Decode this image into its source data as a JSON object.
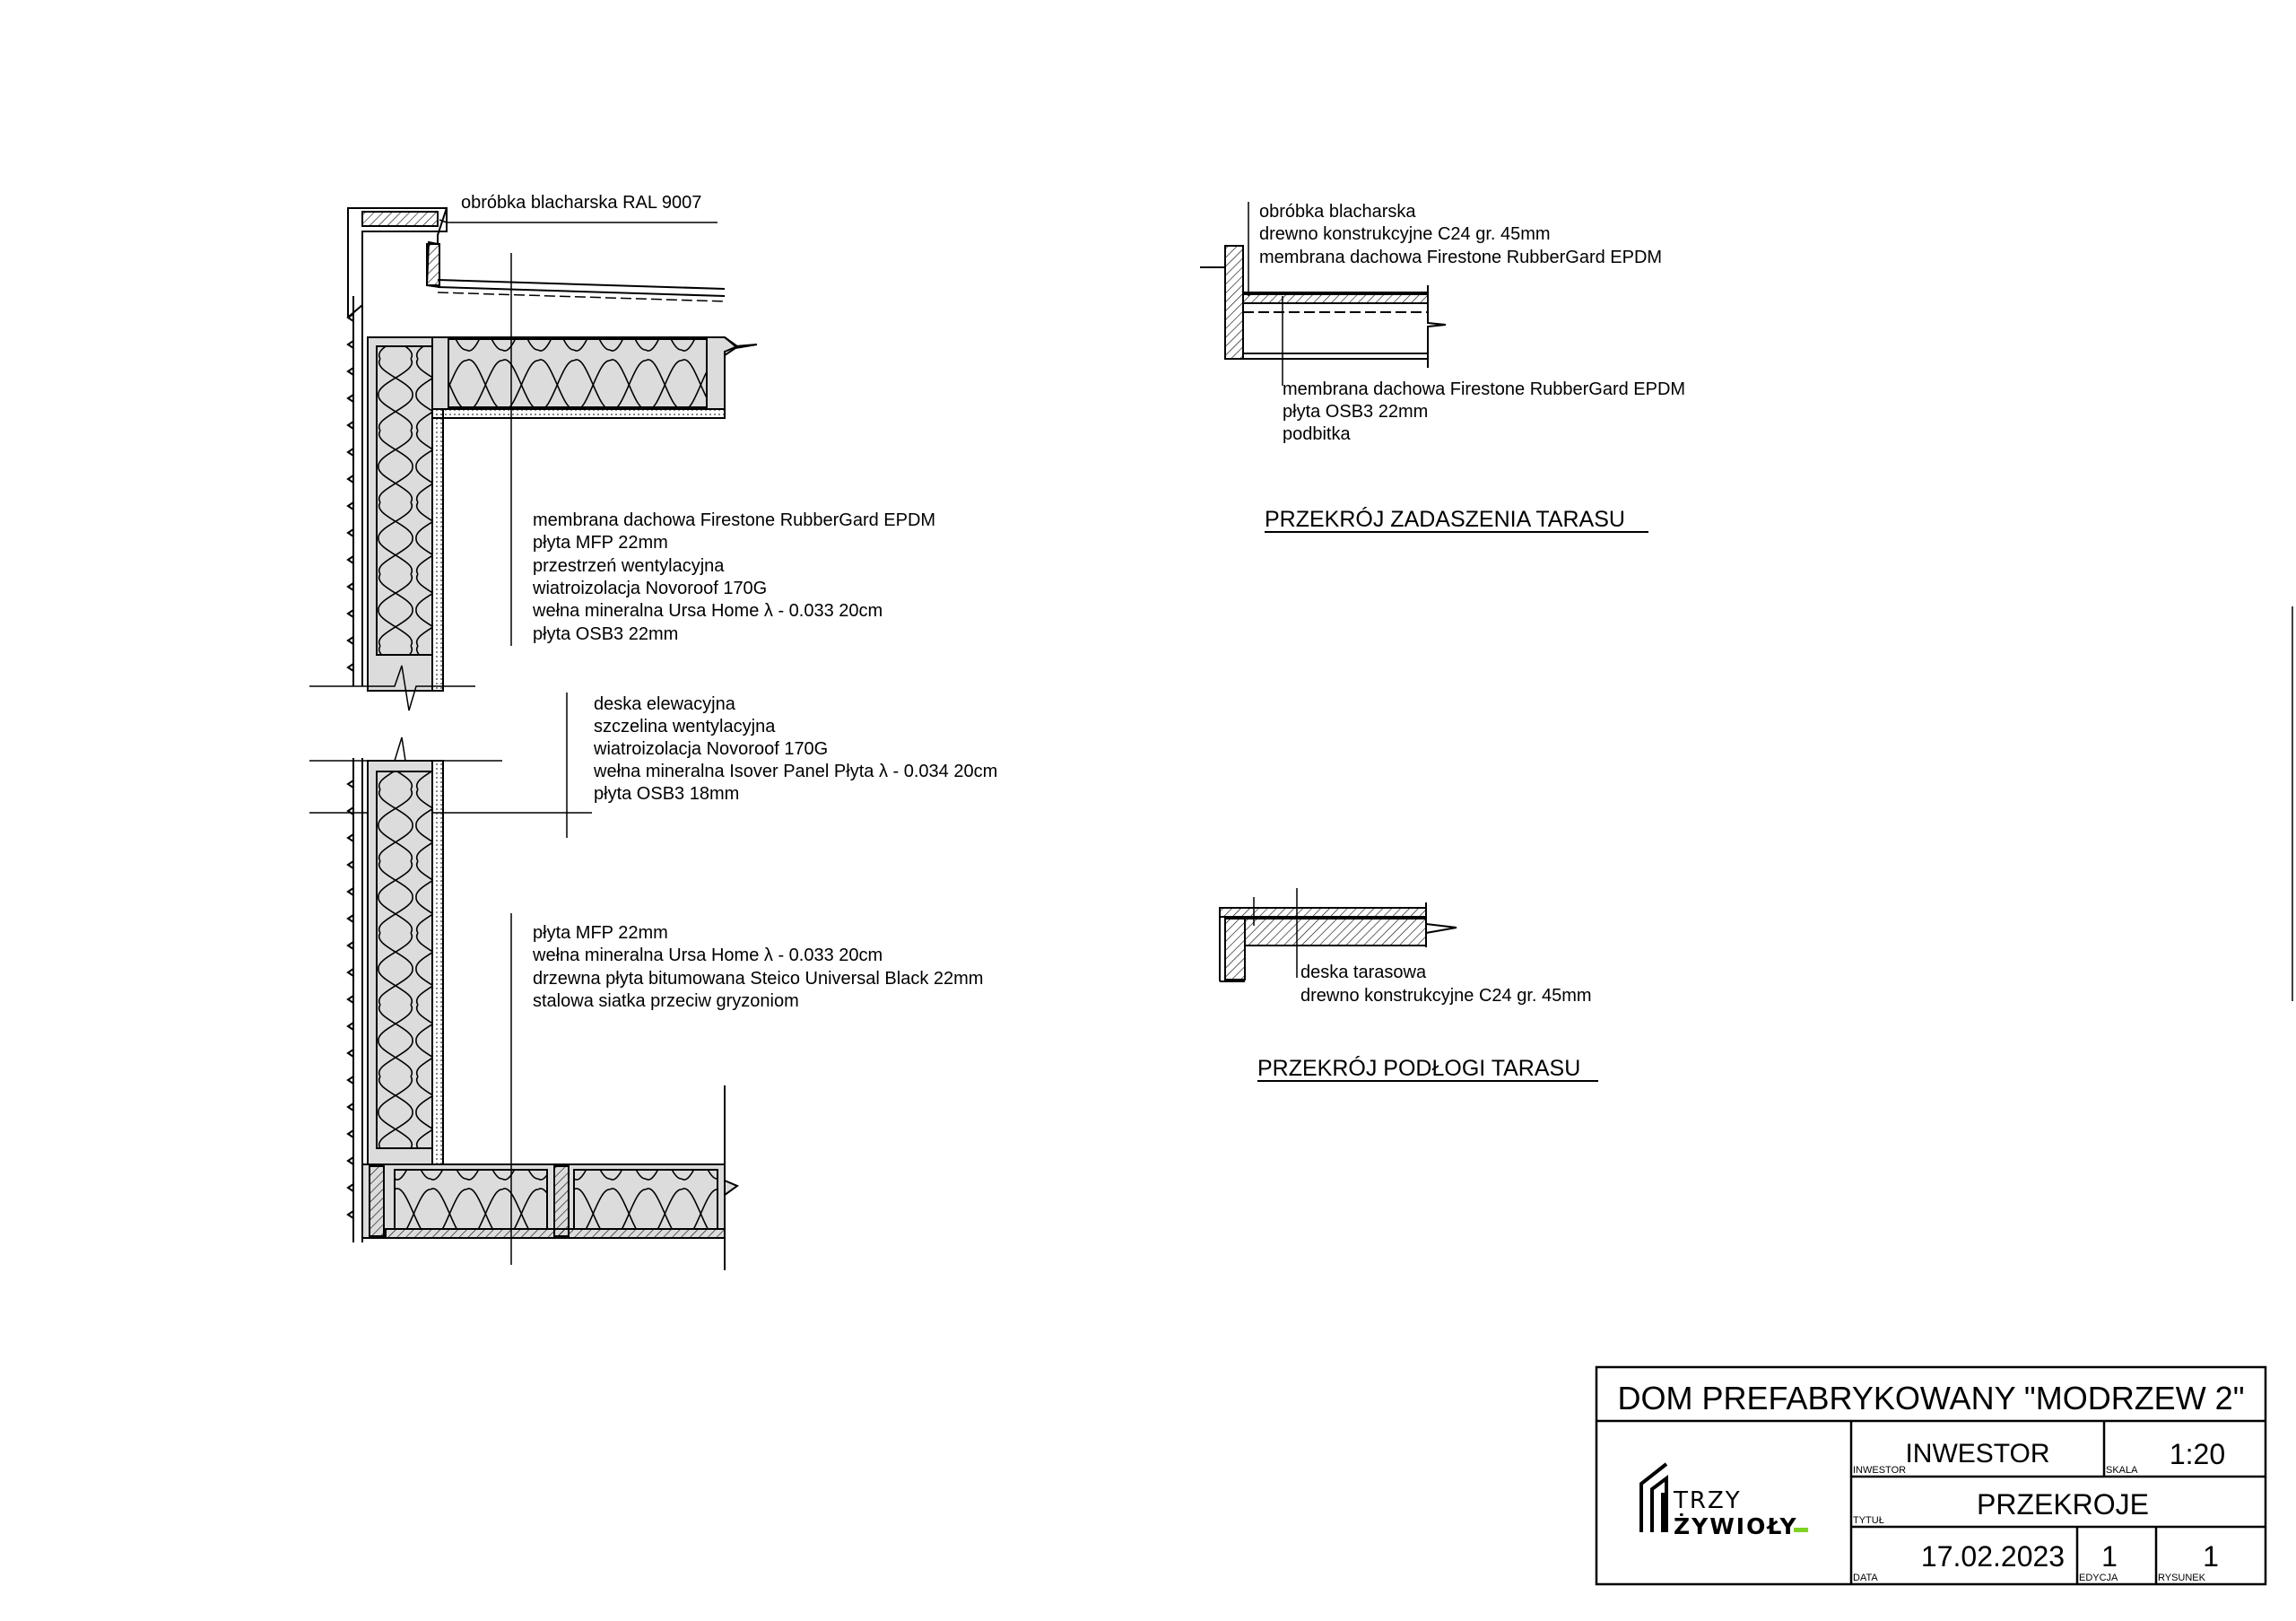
{
  "section_main": {
    "top_label": "obróbka blacharska RAL 9007",
    "roof_layers": [
      "membrana dachowa Firestone RubberGard EPDM",
      "płyta MFP 22mm",
      "przestrzeń wentylacyjna",
      "wiatroizolacja Novoroof 170G",
      "wełna mineralna Ursa Home λ - 0.033 20cm",
      "płyta OSB3 22mm"
    ],
    "wall_layers": [
      "deska elewacyjna",
      "szczelina wentylacyjna",
      "wiatroizolacja Novoroof 170G",
      "wełna mineralna Isover Panel Płyta λ - 0.034 20cm",
      "płyta OSB3 18mm"
    ],
    "floor_layers": [
      "płyta MFP 22mm",
      "wełna mineralna Ursa Home λ - 0.033 20cm",
      "drzewna płyta bitumowana Steico Universal Black 22mm",
      "stalowa siatka przeciw gryzoniom"
    ]
  },
  "section_terrace_roof": {
    "top_layers": [
      "obróbka blacharska",
      "drewno konstrukcyjne C24 gr. 45mm",
      "membrana dachowa Firestone RubberGard EPDM"
    ],
    "bottom_layers": [
      "membrana dachowa Firestone RubberGard EPDM",
      "płyta OSB3 22mm",
      "podbitka"
    ],
    "title": "PRZEKRÓJ ZADASZENIA TARASU"
  },
  "section_terrace_floor": {
    "layers": [
      "deska tarasowa",
      "drewno konstrukcyjne C24 gr. 45mm"
    ],
    "title": "PRZEKRÓJ PODŁOGI TARASU"
  },
  "title_block": {
    "project": "DOM PREFABRYKOWANY \"MODRZEW 2\"",
    "investor_value": "INWESTOR",
    "investor_caption": "INWESTOR",
    "scale_caption": "SKALA",
    "scale_value": "1:20",
    "title_caption": "TYTUŁ",
    "title_value": "PRZEKROJE",
    "date_caption": "DATA",
    "date_value": "17.02.2023",
    "edition_caption": "EDYCJA",
    "edition_value": "1",
    "drawing_caption": "RYSUNEK",
    "drawing_value": "1",
    "logo_line1": "TRZY",
    "logo_line2": "ŻYWIOŁY",
    "logo_accent": "#7ed321"
  }
}
